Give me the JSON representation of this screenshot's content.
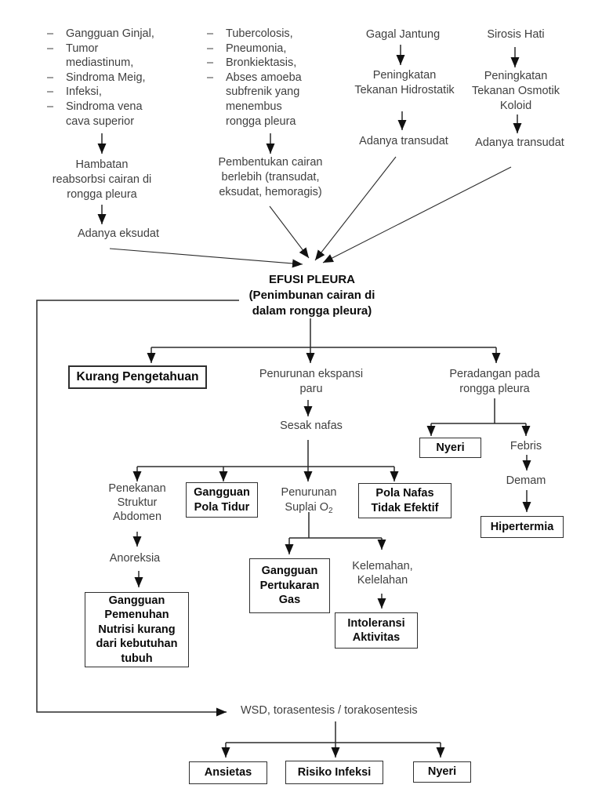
{
  "theme": {
    "background": "#ffffff",
    "text_ink": "#3f3f3f",
    "bold_ink": "#0a0a0a",
    "line_ink": "#2b2b2b",
    "box_border": "#2f2f2f"
  },
  "diagram": {
    "causes": {
      "renal_tumor_list": {
        "rows": [
          {
            "dash": "–",
            "text": "Gangguan Ginjal,"
          },
          {
            "dash": "–",
            "text": "Tumor"
          },
          {
            "dash": "",
            "text": "mediastinum,"
          },
          {
            "dash": "–",
            "text": "Sindroma Meig,"
          },
          {
            "dash": "–",
            "text": "Infeksi,"
          },
          {
            "dash": "–",
            "text": "Sindroma vena"
          },
          {
            "dash": "",
            "text": "cava superior"
          }
        ]
      },
      "infection_list": {
        "rows": [
          {
            "dash": "–",
            "text": "Tubercolosis,"
          },
          {
            "dash": "–",
            "text": "Pneumonia,"
          },
          {
            "dash": "–",
            "text": "Bronkiektasis,"
          },
          {
            "dash": "–",
            "text": "Abses amoeba"
          },
          {
            "dash": "",
            "text": "subfrenik yang"
          },
          {
            "dash": "",
            "text": "menembus"
          },
          {
            "dash": "",
            "text": "rongga pleura"
          }
        ]
      },
      "gagal_jantung": "Gagal Jantung",
      "sirosis_hati": "Sirosis Hati",
      "peningkatan_hidrostatik": {
        "lines": [
          "Peningkatan",
          "Tekanan Hidrostatik"
        ]
      },
      "peningkatan_osmotik": {
        "lines": [
          "Peningkatan",
          "Tekanan Osmotik",
          "Koloid"
        ]
      },
      "hambatan": {
        "lines": [
          "Hambatan",
          "reabsorbsi cairan di",
          "rongga pleura"
        ]
      },
      "adanya_eksudat": "Adanya eksudat",
      "pembentukan": {
        "lines": [
          "Pembentukan cairan",
          "berlebih (transudat,",
          "eksudat, hemoragis)"
        ]
      },
      "adanya_transudat_kiri": "Adanya transudat",
      "adanya_transudat_kanan": "Adanya transudat"
    },
    "central": {
      "efusi": {
        "lines": [
          "EFUSI PLEURA",
          "(Penimbunan cairan di",
          "dalam rongga pleura)"
        ]
      }
    },
    "branches": {
      "kurang_pengetahuan": "Kurang Pengetahuan",
      "penurunan_ekspansi": {
        "lines": [
          "Penurunan ekspansi",
          "paru"
        ]
      },
      "peradangan": {
        "lines": [
          "Peradangan pada",
          "rongga pleura"
        ]
      },
      "sesak_nafas": "Sesak nafas",
      "nyeri": "Nyeri",
      "febris": "Febris",
      "demam": "Demam",
      "hipertermia": "Hipertermia",
      "penekanan": {
        "lines": [
          "Penekanan",
          "Struktur",
          "Abdomen"
        ]
      },
      "gangguan_pola_tidur": {
        "lines": [
          "Gangguan",
          "Pola Tidur"
        ]
      },
      "penurunan_suplai": {
        "line1": "Penurunan",
        "line2_main": "Suplai O",
        "line2_sub": "2"
      },
      "pola_nafas": {
        "lines": [
          "Pola Nafas",
          "Tidak Efektif"
        ]
      },
      "anoreksia": "Anoreksia",
      "gangguan_pemenuhan": {
        "lines": [
          "Gangguan",
          "Pemenuhan",
          "Nutrisi kurang",
          "dari kebutuhan",
          "tubuh"
        ]
      },
      "gangguan_pertukaran": {
        "lines": [
          "Gangguan",
          "Pertukaran",
          "Gas"
        ]
      },
      "kelemahan": {
        "lines": [
          "Kelemahan,",
          "Kelelahan"
        ]
      },
      "intoleransi": {
        "lines": [
          "Intoleransi",
          "Aktivitas"
        ]
      }
    },
    "intervention": {
      "wsd": "WSD, torasentesis / torakosentesis",
      "ansietas": "Ansietas",
      "risiko_infeksi": "Risiko Infeksi",
      "nyeri": "Nyeri"
    }
  }
}
